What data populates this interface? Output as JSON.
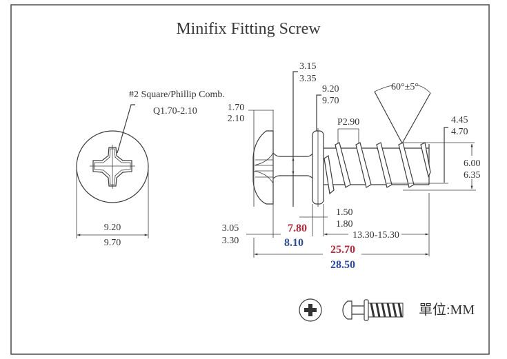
{
  "title": "Minifix Fitting Screw",
  "head_view": {
    "drive_label": "#2 Square/Phillip Comb.",
    "drive_size": "Q1.70-2.10",
    "diameter_min": "9.20",
    "diameter_max": "9.70"
  },
  "side_view": {
    "head_height_min": "1.70",
    "head_height_max": "2.10",
    "neck_dia_min": "3.15",
    "neck_dia_max": "3.35",
    "collar_dia_min": "9.20",
    "collar_dia_max": "9.70",
    "pitch": "P2.90",
    "thread_angle": "60°±5°",
    "core_dia_min": "4.45",
    "core_dia_max": "4.70",
    "thread_dia_min": "6.00",
    "thread_dia_max": "6.35",
    "collar_thk_min": "1.50",
    "collar_thk_max": "1.80",
    "head_offset_min": "3.05",
    "head_offset_max": "3.30",
    "neck_len_min": "7.80",
    "neck_len_max": "8.10",
    "thread_len": "13.30-15.30",
    "total_len_min": "25.70",
    "total_len_max": "28.50"
  },
  "legend": {
    "unit_label": "單位:MM",
    "head_icon": "phillips-head-icon",
    "screw_icon": "screw-side-icon"
  },
  "colors": {
    "min_highlight": "#b8283a",
    "max_highlight": "#2a4aa8"
  }
}
